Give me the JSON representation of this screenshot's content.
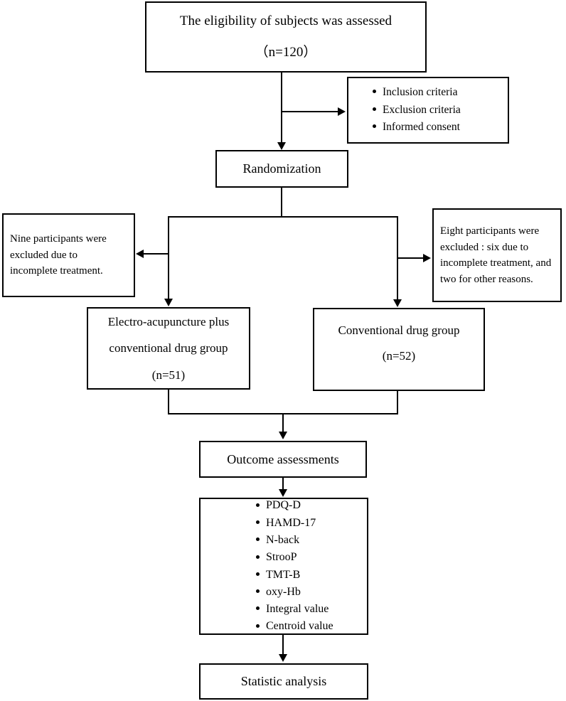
{
  "diagram": {
    "title": "Study flow diagram",
    "stroke_color": "#000000",
    "background_color": "#ffffff"
  },
  "nodes": {
    "eligibility": {
      "line1": "The eligibility of subjects was assessed",
      "line2": "（n=120）"
    },
    "criteria": {
      "items": [
        "Inclusion criteria",
        "Exclusion criteria",
        "Informed consent"
      ]
    },
    "randomization": {
      "label": "Randomization"
    },
    "excluded_left": {
      "text": "Nine participants were excluded due to incomplete treatment."
    },
    "excluded_right": {
      "text": "Eight participants were excluded : six due to incomplete treatment, and two for other reasons."
    },
    "group_ea": {
      "line1": "Electro-acupuncture plus",
      "line2": "conventional drug group",
      "line3": "(n=51)"
    },
    "group_control": {
      "line1": "Conventional drug group",
      "line2": "(n=52)"
    },
    "outcome_assessments": {
      "label": "Outcome assessments"
    },
    "outcome_list": {
      "items": [
        "PDQ-D",
        "HAMD-17",
        "N-back",
        "StrooP",
        "TMT-B",
        "oxy-Hb",
        "Integral value",
        "Centroid value"
      ]
    },
    "statistic_analysis": {
      "label": "Statistic analysis"
    }
  }
}
